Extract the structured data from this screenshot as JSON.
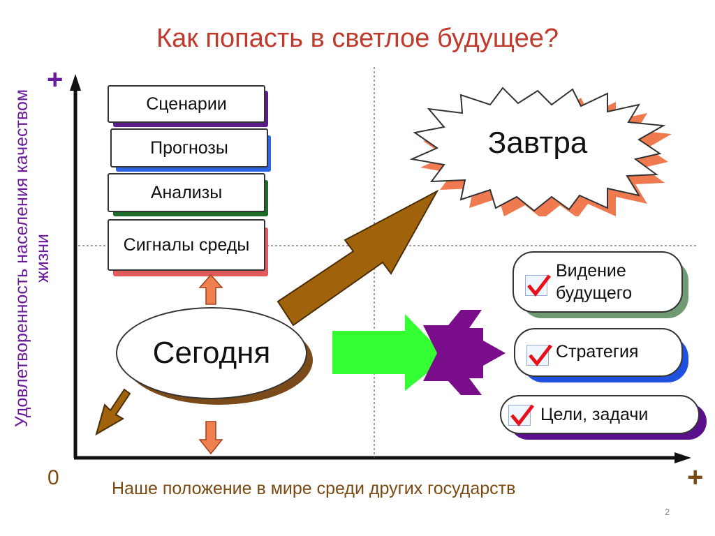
{
  "title": "Как попасть в светлое будущее?",
  "axes": {
    "y_label": "Удовлетворенность населения качеством жизни",
    "x_label": "Наше положение в мире среди других государств",
    "origin": "0",
    "y_plus": "+",
    "x_plus": "+"
  },
  "stack": [
    {
      "label": "Сценарии",
      "color": "#5a1e8c"
    },
    {
      "label": "Прогнозы",
      "color": "#2a64e8"
    },
    {
      "label": "Анализы",
      "color": "#1f6b2a"
    },
    {
      "label": "Сигналы среды",
      "color": "#e05c5c"
    }
  ],
  "today": "Сегодня",
  "tomorrow": "Завтра",
  "results": [
    {
      "label": "Видение будущего",
      "color": "#6f9a72"
    },
    {
      "label": "Стратегия",
      "color": "#2050e0"
    },
    {
      "label": "Цели, задачи",
      "color": "#5a108c"
    }
  ],
  "page_number": "2",
  "colors": {
    "title": "#c0392b",
    "y_label": "#6a1b9a",
    "x_label": "#7b4a12",
    "arrow_brown": "#a0620a",
    "arrow_green": "#33ff33",
    "arrow_purple": "#7a0d8a",
    "arrow_salmon": "#f08050",
    "starburst_shadow": "#f07a50"
  }
}
